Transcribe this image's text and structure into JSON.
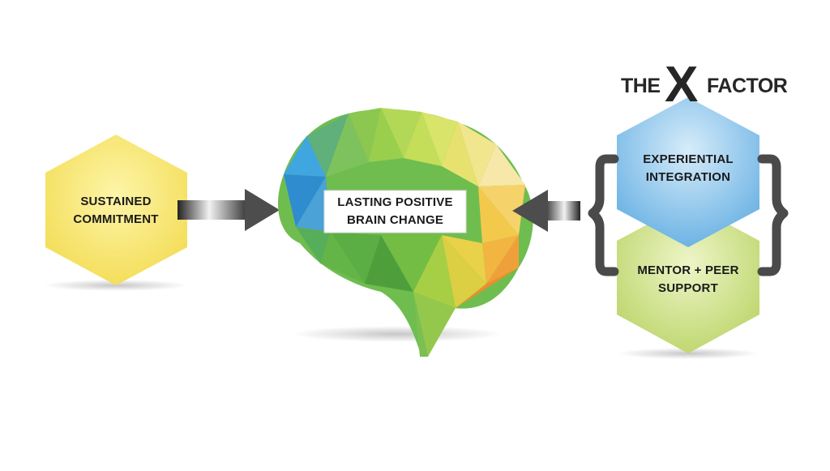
{
  "left_hexagon": {
    "line1": "SUSTAINED",
    "line2": "COMMITMENT",
    "color": "#f6e469"
  },
  "center": {
    "line1": "LASTING POSITIVE",
    "line2": "BRAIN CHANGE"
  },
  "x_factor": {
    "the": "THE",
    "x": "X",
    "factor": "FACTOR"
  },
  "top_hexagon": {
    "line1": "EXPERIENTIAL",
    "line2": "INTEGRATION",
    "color": "#8fc7ec"
  },
  "bottom_hexagon": {
    "line1": "MENTOR + PEER",
    "line2": "SUPPORT",
    "color": "#cfe086"
  },
  "brace_color": "#4a4a4a",
  "arrow_color": "#4d4d4d"
}
